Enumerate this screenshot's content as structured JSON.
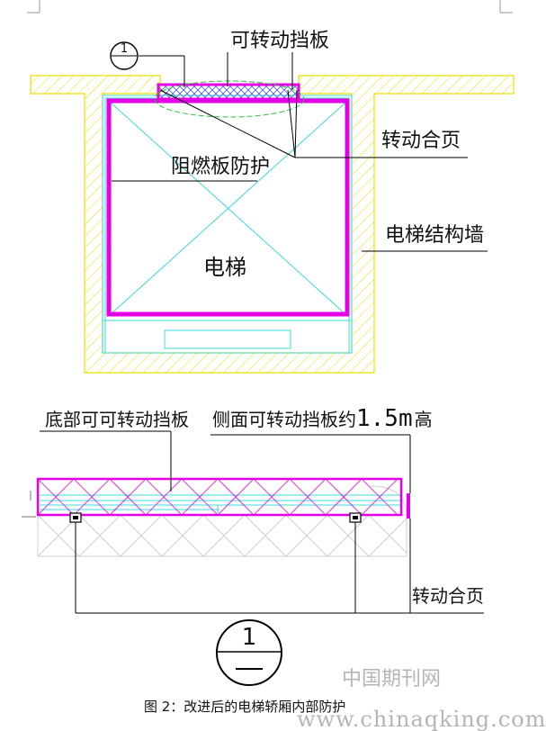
{
  "labels": {
    "callout_num": "1",
    "rotating_baffle": "可转动挡板",
    "hinge_top": "转动合页",
    "fire_board": "阻燃板防护",
    "shaft_wall": "电梯结构墙",
    "elevator": "电梯",
    "bottom_baffle": "底部可可转动挡板",
    "side_baffle": "侧面可转动挡板约",
    "side_height": "1.5m",
    "side_height_suffix": "高",
    "hinge_bottom": "转动合页",
    "section_symbol": "1",
    "caption": "图 2：改进后的电梯轿厢内部防护"
  },
  "watermark": {
    "cn": "中国期刊网",
    "url": "www.chinaqking.com"
  },
  "colors": {
    "board": "#e600e6",
    "wall_yellow": "#e9e200",
    "cyan": "#3fd8dc",
    "hatch_blue": "#4a5fe8",
    "dashed_green": "#2fbf3a",
    "ink": "#000000",
    "gray_hatch": "#cfcfcf"
  }
}
